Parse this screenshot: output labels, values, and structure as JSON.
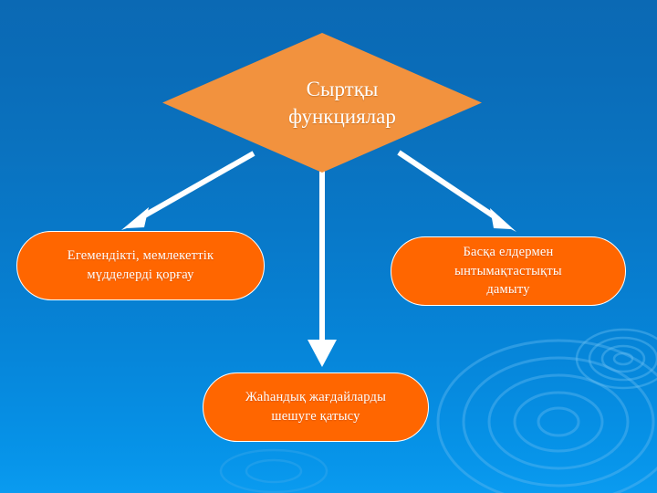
{
  "slide": {
    "title_node": {
      "lines": [
        "Сыртқы",
        "функциялар"
      ],
      "shape": "diamond",
      "fill": "#f2923e",
      "text_color": "#ffffff"
    },
    "background": {
      "top_color": "#0b69b4",
      "bottom_color": "#0a9bf0",
      "decoration": "water-ripples"
    },
    "nodes": [
      {
        "id": "left",
        "lines": [
          "Егемендікті, мемлекеттік",
          "мүдделерді қорғау"
        ],
        "shape": "rounded-rectangle",
        "fill": "#ff6600",
        "border": "#ffffff",
        "text_color": "#ffffff"
      },
      {
        "id": "right",
        "lines": [
          "Басқа елдермен",
          "ынтымақтастықты",
          "дамыту"
        ],
        "shape": "rounded-rectangle",
        "fill": "#ff6600",
        "border": "#ffffff",
        "text_color": "#ffffff"
      },
      {
        "id": "bottom",
        "lines": [
          "Жаһандық жағдайларды",
          "шешуге қатысу"
        ],
        "shape": "rounded-rectangle",
        "fill": "#ff6600",
        "border": "#ffffff",
        "text_color": "#ffffff"
      }
    ],
    "connectors": [
      {
        "id": "to-left",
        "from": "title_node",
        "to": "left",
        "style": "arrow",
        "color": "#ffffff"
      },
      {
        "id": "to-bottom",
        "from": "title_node",
        "to": "bottom",
        "style": "arrow",
        "color": "#ffffff"
      },
      {
        "id": "to-right",
        "from": "title_node",
        "to": "right",
        "style": "arrow",
        "color": "#ffffff"
      }
    ]
  }
}
